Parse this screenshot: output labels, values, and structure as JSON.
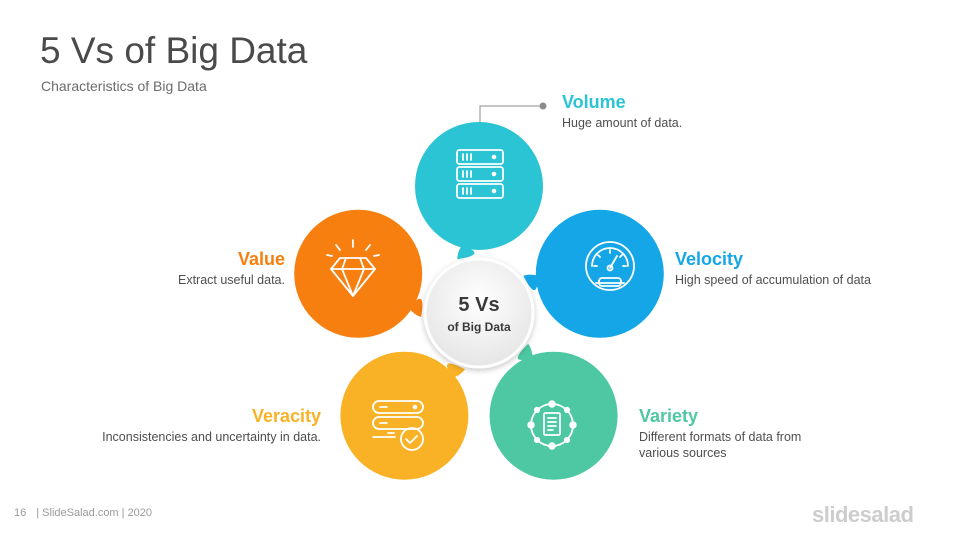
{
  "header": {
    "title": "5 Vs of Big Data",
    "subtitle": "Characteristics of Big Data"
  },
  "center": {
    "title": "5 Vs",
    "subtitle": "of Big Data"
  },
  "items": [
    {
      "title": "Volume",
      "description": "Huge amount of data.",
      "color": "#2bc4d4",
      "icon": "server-rack-icon"
    },
    {
      "title": "Velocity",
      "description": "High speed of accumulation  of data",
      "color": "#14a6e6",
      "icon": "speedometer-icon"
    },
    {
      "title": "Variety",
      "description": "Different formats  of data from various sources",
      "color": "#4dc8a2",
      "icon": "network-document-icon"
    },
    {
      "title": "Veracity",
      "description": "Inconsistencies and uncertainty in data.",
      "color": "#f9b226",
      "icon": "server-check-icon"
    },
    {
      "title": "Value",
      "description": "Extract useful data.",
      "color": "#f77f10",
      "icon": "diamond-icon"
    }
  ],
  "footer": {
    "page_number": "16",
    "credit": "| SlideSalad.com | 2020",
    "brand": "slidesalad"
  }
}
